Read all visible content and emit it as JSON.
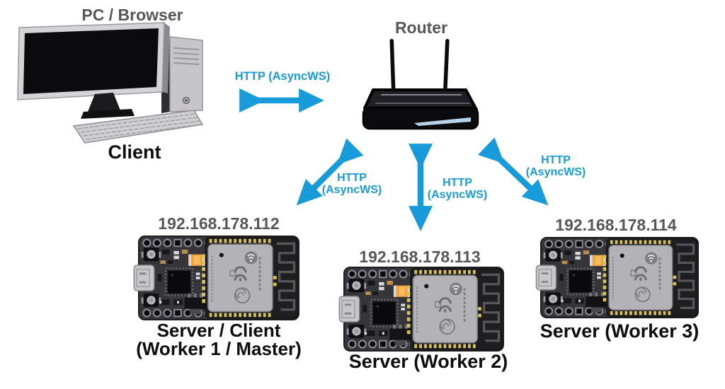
{
  "colors": {
    "arrow": "#189bda",
    "link_label": "#189bda",
    "heading_gray": "#57575a",
    "caption_black": "#0d0d0d"
  },
  "nodes": {
    "client": {
      "title": "PC / Browser",
      "caption": "Client",
      "icon": "desktop-computer-icon"
    },
    "router": {
      "title": "Router",
      "icon": "wifi-router-icon"
    },
    "worker1": {
      "ip": "192.168.178.112",
      "caption_line1": "Server / Client",
      "caption_line2": "(Worker 1 / Master)",
      "icon": "esp32-board-icon"
    },
    "worker2": {
      "ip": "192.168.178.113",
      "caption": "Server (Worker 2)",
      "icon": "esp32-board-icon"
    },
    "worker3": {
      "ip": "192.168.178.114",
      "caption": "Server (Worker 3)",
      "icon": "esp32-board-icon"
    }
  },
  "links": {
    "client_router": {
      "line1": "HTTP (AsyncWS)"
    },
    "router_worker1": {
      "line1": "HTTP",
      "line2": "(AsyncWS)"
    },
    "router_worker2": {
      "line1": "HTTP",
      "line2": "(AsyncWS)"
    },
    "router_worker3": {
      "line1": "HTTP",
      "line2": "(AsyncWS)"
    }
  }
}
